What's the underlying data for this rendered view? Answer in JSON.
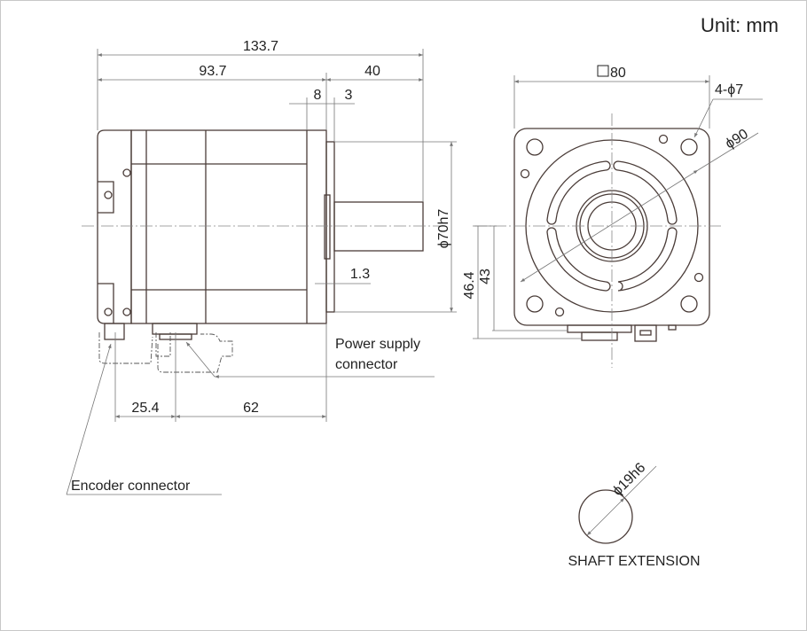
{
  "unit_label": "Unit: mm",
  "side_view": {
    "dim_overall": "133.7",
    "dim_body": "93.7",
    "dim_shaft": "40",
    "dim_flange": "8",
    "dim_pilot": "3",
    "dim_pilot_dia": "ϕ70h7",
    "dim_pilot_height": "1.3",
    "dim_encoder_offset": "25.4",
    "dim_power_offset": "62",
    "power_connector_label_1": "Power supply",
    "power_connector_label_2": "connector",
    "encoder_connector_label": "Encoder connector"
  },
  "front_view": {
    "dim_square": "80",
    "dim_holes": "4-ϕ7",
    "dim_pcd": "ϕ90",
    "dim_power_height": "46.4",
    "dim_encoder_height": "43"
  },
  "shaft_extension": {
    "dim_shaft_dia": "ϕ19h6",
    "title": "SHAFT EXTENSION"
  }
}
